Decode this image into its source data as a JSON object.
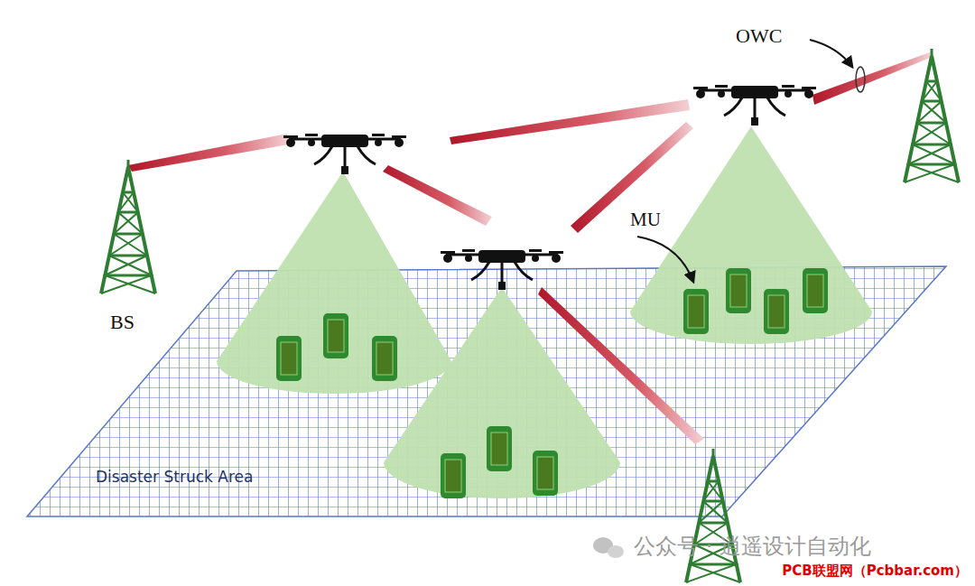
{
  "diagram": {
    "labels": [
      "OWC",
      "MU",
      "BS",
      "Disaster Struck Area",
      "公众号 · 逍遥设计自动化",
      "PCB联盟网（Pcbbar.com）"
    ]
  }
}
